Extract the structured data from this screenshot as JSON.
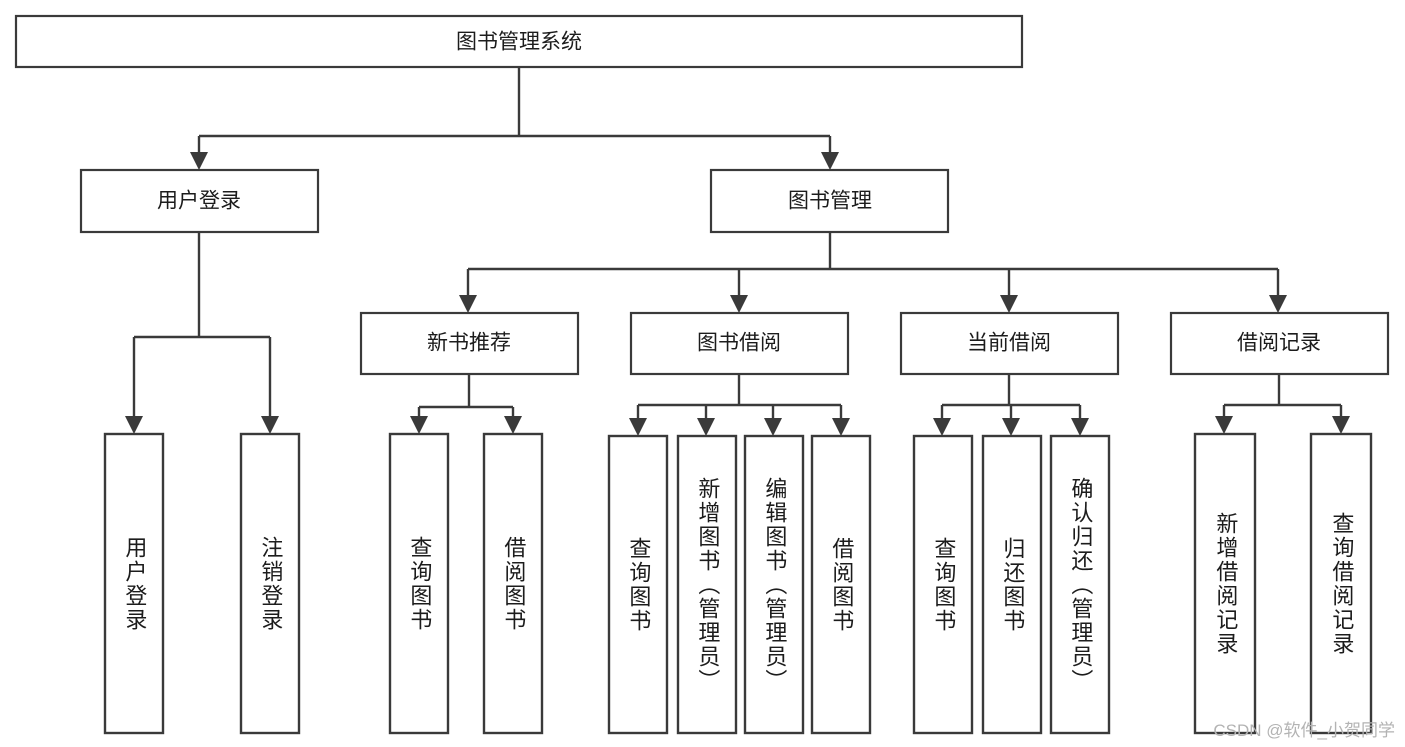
{
  "diagram": {
    "type": "tree",
    "title": "图书管理系统",
    "root": {
      "id": "root",
      "label": "图书管理系统",
      "orientation": "horizontal"
    },
    "level2": [
      {
        "id": "user-login",
        "label": "用户登录",
        "orientation": "horizontal"
      },
      {
        "id": "book-manage",
        "label": "图书管理",
        "orientation": "horizontal"
      }
    ],
    "level3": [
      {
        "id": "new-book-recommend",
        "label": "新书推荐",
        "orientation": "horizontal"
      },
      {
        "id": "book-borrow",
        "label": "图书借阅",
        "orientation": "horizontal"
      },
      {
        "id": "current-borrow",
        "label": "当前借阅",
        "orientation": "horizontal"
      },
      {
        "id": "borrow-record",
        "label": "借阅记录",
        "orientation": "horizontal"
      }
    ],
    "leaves": {
      "user-login": [
        {
          "id": "leaf-user-login",
          "label": "用户登录",
          "orientation": "vertical"
        },
        {
          "id": "leaf-logout-login",
          "label": "注销登录",
          "orientation": "vertical"
        }
      ],
      "new-book-recommend": [
        {
          "id": "leaf-query-book-1",
          "label": "查询图书",
          "orientation": "vertical"
        },
        {
          "id": "leaf-borrow-book-1",
          "label": "借阅图书",
          "orientation": "vertical"
        }
      ],
      "book-borrow": [
        {
          "id": "leaf-query-book-2",
          "label": "查询图书",
          "orientation": "vertical"
        },
        {
          "id": "leaf-add-book-admin",
          "label": "新增图书（管理员）",
          "orientation": "vertical"
        },
        {
          "id": "leaf-edit-book-admin",
          "label": "编辑图书（管理员）",
          "orientation": "vertical"
        },
        {
          "id": "leaf-borrow-book-2",
          "label": "借阅图书",
          "orientation": "vertical"
        }
      ],
      "current-borrow": [
        {
          "id": "leaf-query-book-3",
          "label": "查询图书",
          "orientation": "vertical"
        },
        {
          "id": "leaf-return-book",
          "label": "归还图书",
          "orientation": "vertical"
        },
        {
          "id": "leaf-confirm-return-admin",
          "label": "确认归还（管理员）",
          "orientation": "vertical"
        }
      ],
      "borrow-record": [
        {
          "id": "leaf-add-borrow-record",
          "label": "新增借阅记录",
          "orientation": "vertical"
        },
        {
          "id": "leaf-query-borrow-record",
          "label": "查询借阅记录",
          "orientation": "vertical"
        }
      ]
    },
    "colors": {
      "stroke": "#3a3a3a",
      "fill": "#ffffff",
      "text": "#1c1c1c",
      "background": "#ffffff",
      "watermark": "#b3b3b3"
    }
  },
  "watermark": {
    "text": "CSDN @软件_小贺同学"
  }
}
